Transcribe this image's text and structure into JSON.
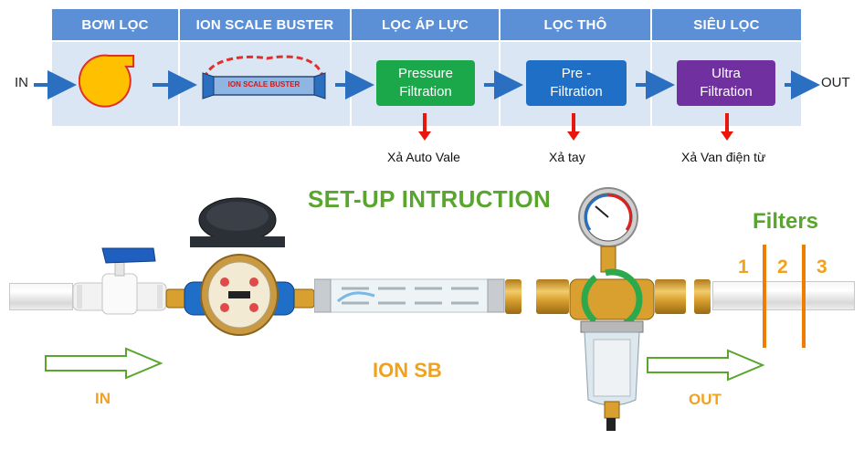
{
  "diagram": {
    "stages": [
      {
        "header": "BƠM LỌC"
      },
      {
        "header": "ION SCALE BUSTER",
        "device_label": "ION SCALE BUSTER"
      },
      {
        "header": "LỌC ÁP LỰC",
        "box_line1": "Pressure",
        "box_line2": "Filtration"
      },
      {
        "header": "LỌC THÔ",
        "box_line1": "Pre -",
        "box_line2": "Filtration"
      },
      {
        "header": "SIÊU LỌC",
        "box_line1": "Ultra",
        "box_line2": "Filtration"
      }
    ],
    "in_label": "IN",
    "out_label": "OUT",
    "drains": [
      "Xả Auto Vale",
      "Xả tay",
      "Xả Van điện từ"
    ],
    "colors": {
      "header": "#5b8fd6",
      "body": "#dbe6f4",
      "arrow": "#2b6fc0",
      "pump": "#ffc000",
      "pressure": "#1aa84a",
      "pre": "#1f6fc6",
      "ultra": "#7030a0",
      "drain_arrow": "#e8160c"
    }
  },
  "setup": {
    "title": "SET-UP INTRUCTION",
    "filters_label": "Filters",
    "filter_numbers": [
      "1",
      "2",
      "3"
    ],
    "ion_label": "ION SB",
    "in_label": "IN",
    "out_label": "OUT",
    "colors": {
      "title": "#5aa52e",
      "orange": "#f0a21f",
      "filter_line": "#f07d00"
    }
  }
}
